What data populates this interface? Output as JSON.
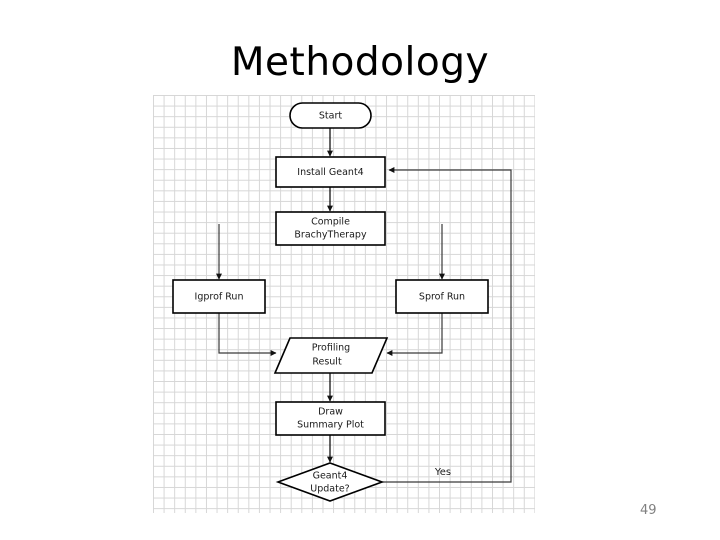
{
  "slide": {
    "title": "Methodology",
    "page_number": "49",
    "page_number_color": "#808080",
    "background_color": "#ffffff"
  },
  "figure": {
    "name": "methodology-flowchart",
    "background": "graph-paper-grid",
    "grid_color": "#d6d6d6",
    "shape_stroke_color": "#000000",
    "connector_color": "#3a3a3a",
    "nodes": [
      {
        "id": "start",
        "shape": "rounded-rectangle",
        "label": "Start"
      },
      {
        "id": "install-geant4",
        "shape": "rectangle",
        "label": "Install Geant4"
      },
      {
        "id": "compile-brachy",
        "shape": "rectangle",
        "label_line1": "Compile",
        "label_line2": "BrachyTherapy"
      },
      {
        "id": "igprof-run",
        "shape": "rectangle",
        "label": "Igprof Run"
      },
      {
        "id": "sprof-run",
        "shape": "rectangle",
        "label": "Sprof Run"
      },
      {
        "id": "profiling-result",
        "shape": "parallelogram",
        "label_line1": "Profiling",
        "label_line2": "Result"
      },
      {
        "id": "draw-summary",
        "shape": "rectangle",
        "label_line1": "Draw",
        "label_line2": "Summary Plot"
      },
      {
        "id": "geant4-update",
        "shape": "diamond",
        "label_line1": "Geant4",
        "label_line2": "Update?"
      }
    ],
    "edge_labels": [
      {
        "id": "yes-branch",
        "label": "Yes"
      }
    ]
  }
}
